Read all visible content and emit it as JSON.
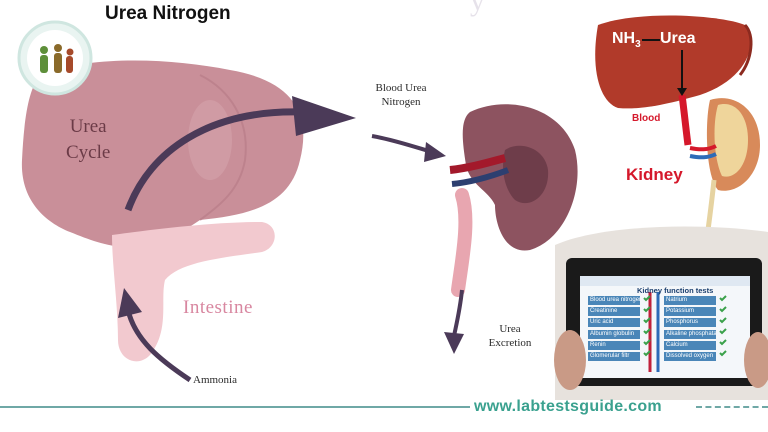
{
  "title": "Urea Nitrogen",
  "labels": {
    "urea_cycle_line1": "Urea",
    "urea_cycle_line2": "Cycle",
    "intestine": "Intestine",
    "blood_urea_nitrogen_line1": "Blood Urea",
    "blood_urea_nitrogen_line2": "Nitrogen",
    "ammonia": "Ammonia",
    "urea_excretion_line1": "Urea",
    "urea_excretion_line2": "Excretion"
  },
  "inset": {
    "nh3": "NH",
    "nh3_sub": "3",
    "urea": "Urea",
    "blood": "Blood",
    "kidney": "Kidney"
  },
  "tablet": {
    "title": "Kidney function tests",
    "left_tests": [
      "Blood urea nitrogen",
      "Creatinine",
      "Uric acid",
      "Albumin globulin",
      "Renin",
      "Glomerular filtr"
    ],
    "right_tests": [
      "Natrium",
      "Potassium",
      "Phosphorus",
      "Alkaline phosphatase",
      "Calcium",
      "Dissolved oxygen"
    ]
  },
  "footer": {
    "url": "www.labtestsguide.com"
  },
  "colors": {
    "liver": "#c98f99",
    "intestine": "#f2c9cf",
    "arrow": "#4b3a58",
    "kidney": "#8d5360",
    "inset_liver": "#b13a2a",
    "accent_red": "#d5182b",
    "footer": "#3aa18f"
  }
}
